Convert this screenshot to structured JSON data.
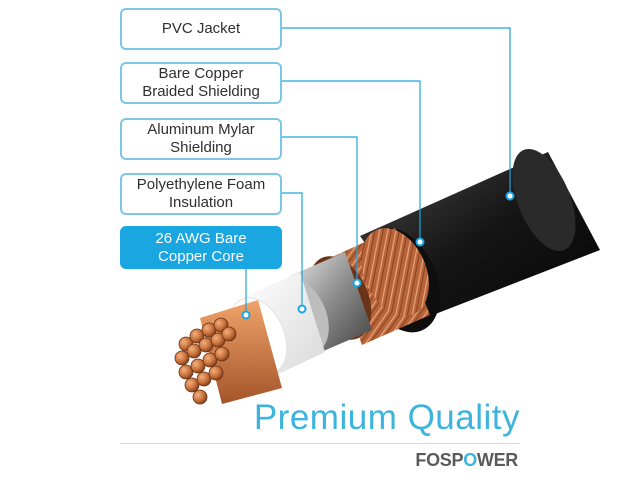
{
  "labels": [
    {
      "id": "pvc-jacket",
      "lines": [
        "PVC Jacket"
      ],
      "highlighted": false
    },
    {
      "id": "copper-braid",
      "lines": [
        "Bare Copper",
        "Braided Shielding"
      ],
      "highlighted": false
    },
    {
      "id": "mylar",
      "lines": [
        "Aluminum Mylar",
        "Shielding"
      ],
      "highlighted": false
    },
    {
      "id": "foam",
      "lines": [
        "Polyethylene Foam",
        "Insulation"
      ],
      "highlighted": false
    },
    {
      "id": "core",
      "lines": [
        "26 AWG Bare",
        "Copper Core"
      ],
      "highlighted": true
    }
  ],
  "tagline": "Premium Quality",
  "brand": {
    "prefix": "FOSP",
    "o": "O",
    "suffix": "WER"
  },
  "colors": {
    "accent": "#1aa6e0",
    "box_border": "#7cc6e6",
    "jacket": "#1c1c1c",
    "copper": "#c8703c",
    "aluminum": "#9a9a9a",
    "foam": "#f4f4f4"
  }
}
